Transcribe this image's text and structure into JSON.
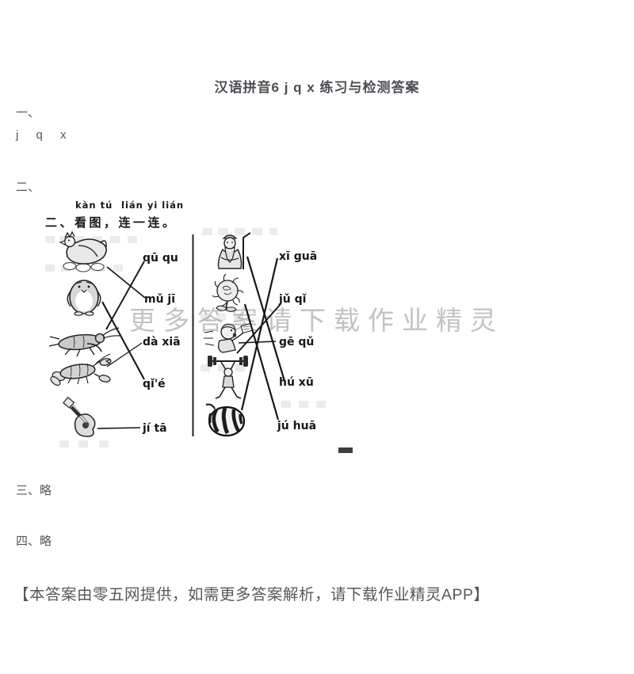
{
  "title": "汉语拼音6 j q x 练习与检测答案",
  "sections": {
    "one_label": "一、",
    "one_answer": "j q x",
    "two_label": "二、",
    "three_text": "三、略",
    "four_text": "四、略"
  },
  "worksheet": {
    "pinyin_title_1": "kàn tú",
    "pinyin_title_2": "lián yi lián",
    "heading": "二、看图，连一连。",
    "left_labels": [
      "qū qu",
      "mǔ jī",
      "dà xiā",
      "qǐ'é",
      "jí tā"
    ],
    "right_labels": [
      "xī guā",
      "jǔ qǐ",
      "gē qǔ",
      "hú xū",
      "jú huā"
    ],
    "pictures_left": [
      "hen",
      "penguin",
      "cricket",
      "lobster",
      "guitar"
    ],
    "pictures_right": [
      "old-man",
      "chrysanthemum",
      "singing-boy",
      "weightlifter",
      "watermelon"
    ],
    "connections": [
      [
        "hen",
        "mǔ jī"
      ],
      [
        "cricket",
        "qū qu"
      ],
      [
        "penguin",
        "qǐ'é"
      ],
      [
        "lobster",
        "dà xiā"
      ],
      [
        "guitar",
        "jí tā"
      ],
      [
        "old-man",
        "hú xū"
      ],
      [
        "watermelon",
        "xī guā"
      ],
      [
        "chrysanthemum",
        "jú huā"
      ],
      [
        "weightlifter",
        "jǔ qǐ"
      ],
      [
        "singing-boy",
        "gē qǔ"
      ]
    ]
  },
  "watermark": "更多答案请下载作业精灵",
  "footer": "【本答案由零五网提供，如需更多答案解析，请下载作业精灵APP】",
  "colors": {
    "page_text": "#55585c",
    "title_text": "#4b4e52",
    "scan_ink": "#161616",
    "watermark": "#c2c2c2"
  }
}
